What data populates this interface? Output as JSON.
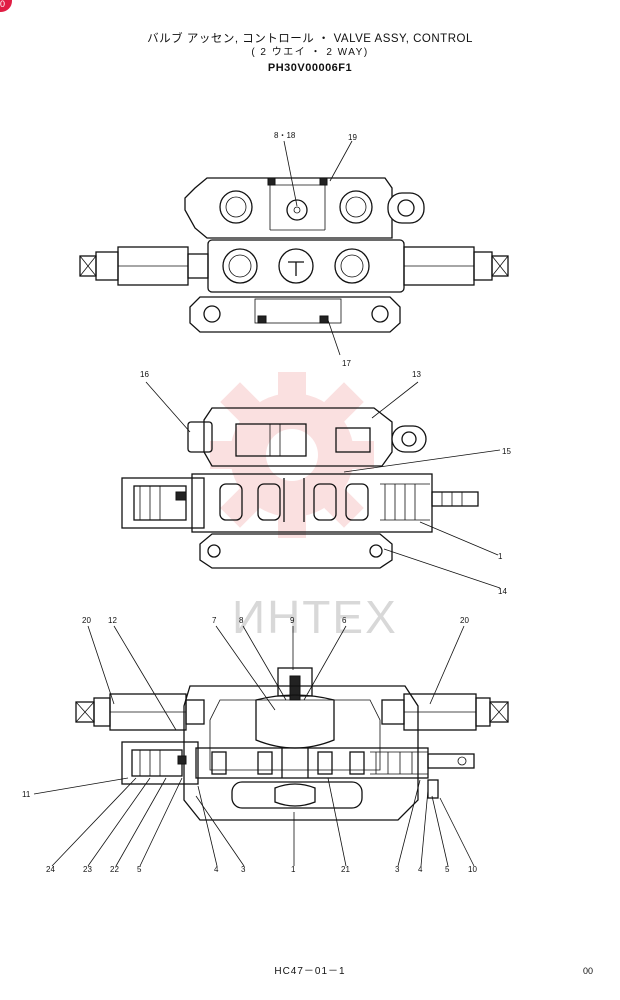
{
  "header": {
    "title_line1": "バルブ アッセン, コントロール ・ VALVE ASSY, CONTROL",
    "title_line2": "( 2 ウエイ ・ 2 WAY)",
    "part_number": "PH30V00006F1"
  },
  "badge": "0",
  "watermark": "ИНТЕХ",
  "callouts": {
    "top": [
      "8・18",
      "19",
      "17"
    ],
    "middle": [
      "16",
      "13",
      "15",
      "1",
      "14"
    ],
    "bottom": [
      "20",
      "12",
      "7",
      "8",
      "9",
      "6",
      "20",
      "11",
      "24",
      "23",
      "22",
      "5",
      "4",
      "3",
      "1",
      "21",
      "3",
      "4",
      "5",
      "10"
    ]
  },
  "footer": {
    "code": "HC47－01－1",
    "page": "00"
  }
}
